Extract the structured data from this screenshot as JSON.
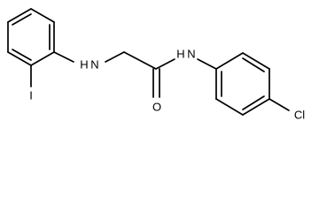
{
  "molecule": {
    "atoms": {
      "iodine": "I",
      "amine_nitrogen": "H",
      "amine_hydrogen": "N",
      "oxygen": "O",
      "amide_nitrogen": "H",
      "amide_hydrogen": "N",
      "chlorine": "Cl"
    }
  },
  "colors": {
    "bond": "#000000",
    "label": "#000000",
    "background": "#ffffff"
  }
}
